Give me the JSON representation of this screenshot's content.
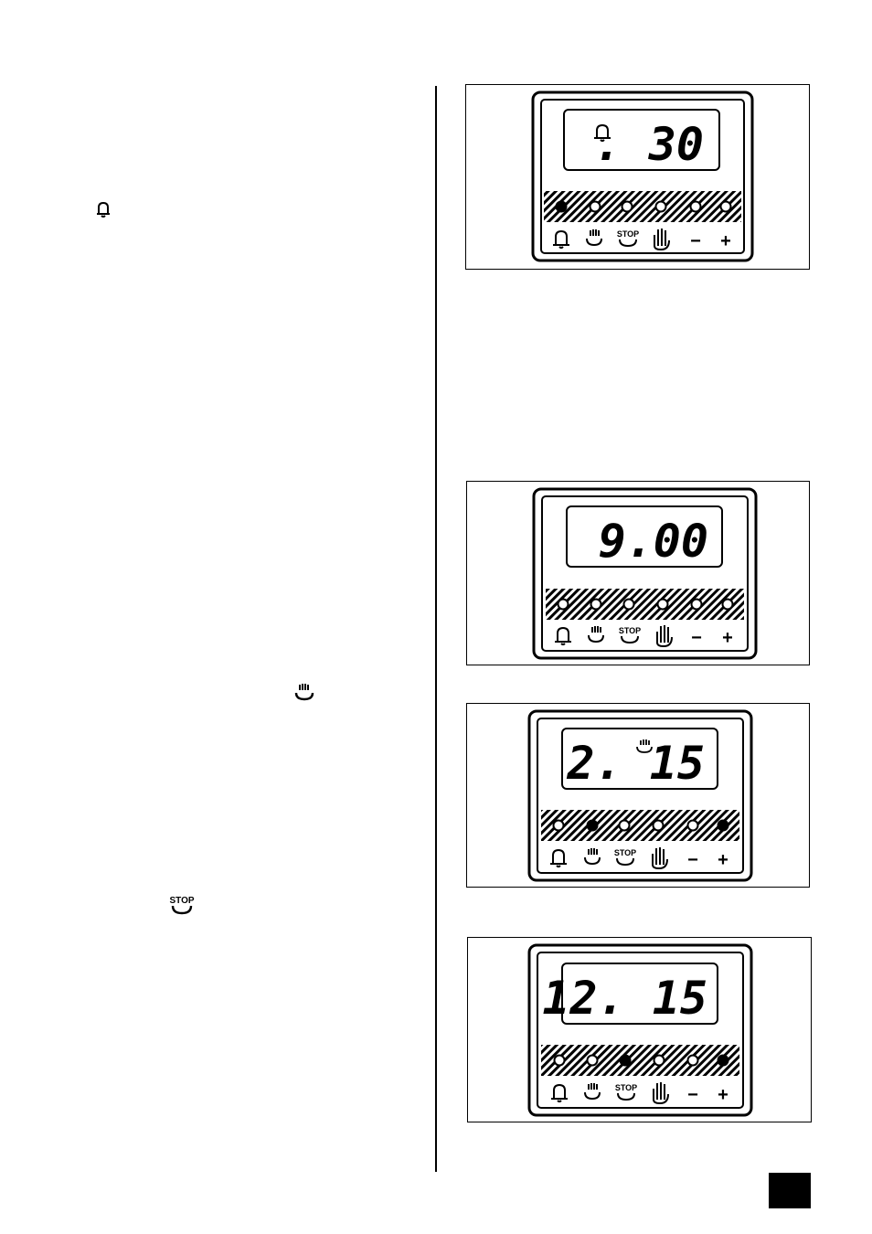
{
  "left_column": {
    "icons": [
      "bell-icon",
      "cook-time-icon",
      "stop-icon"
    ],
    "stop_label": "STOP"
  },
  "figures": [
    {
      "display": ". 30",
      "display_icon": "bell-icon",
      "lit_leds": [
        0
      ]
    },
    {
      "display": "9.00",
      "display_icon": "",
      "lit_leds": []
    },
    {
      "display": "2. 15",
      "display_icon": "cook-time-icon",
      "lit_leds": [
        1,
        5
      ]
    },
    {
      "display": "12. 15",
      "display_icon": "",
      "lit_leds": [
        2,
        5
      ]
    }
  ],
  "button_labels": {
    "bell": "bell-icon",
    "cook_time": "cook-time-icon",
    "stop": "STOP",
    "manual": "hand-icon",
    "minus": "−",
    "plus": "+"
  }
}
